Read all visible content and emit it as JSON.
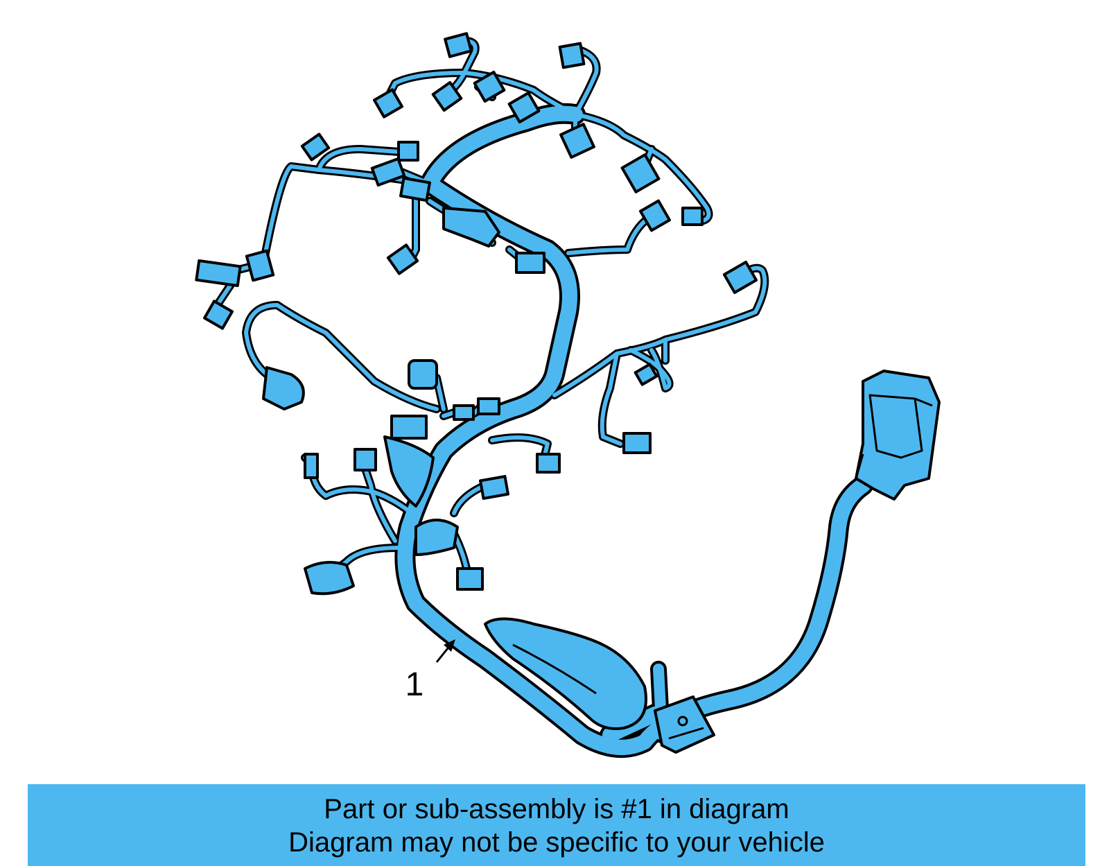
{
  "diagram": {
    "fill_color": "#4db8f0",
    "outline_color": "#000000",
    "callouts": [
      {
        "label": "1"
      }
    ]
  },
  "banner": {
    "background_color": "#4db8f0",
    "line1": "Part or sub-assembly is #1 in diagram",
    "line2": "Diagram may not be specific to your vehicle"
  }
}
